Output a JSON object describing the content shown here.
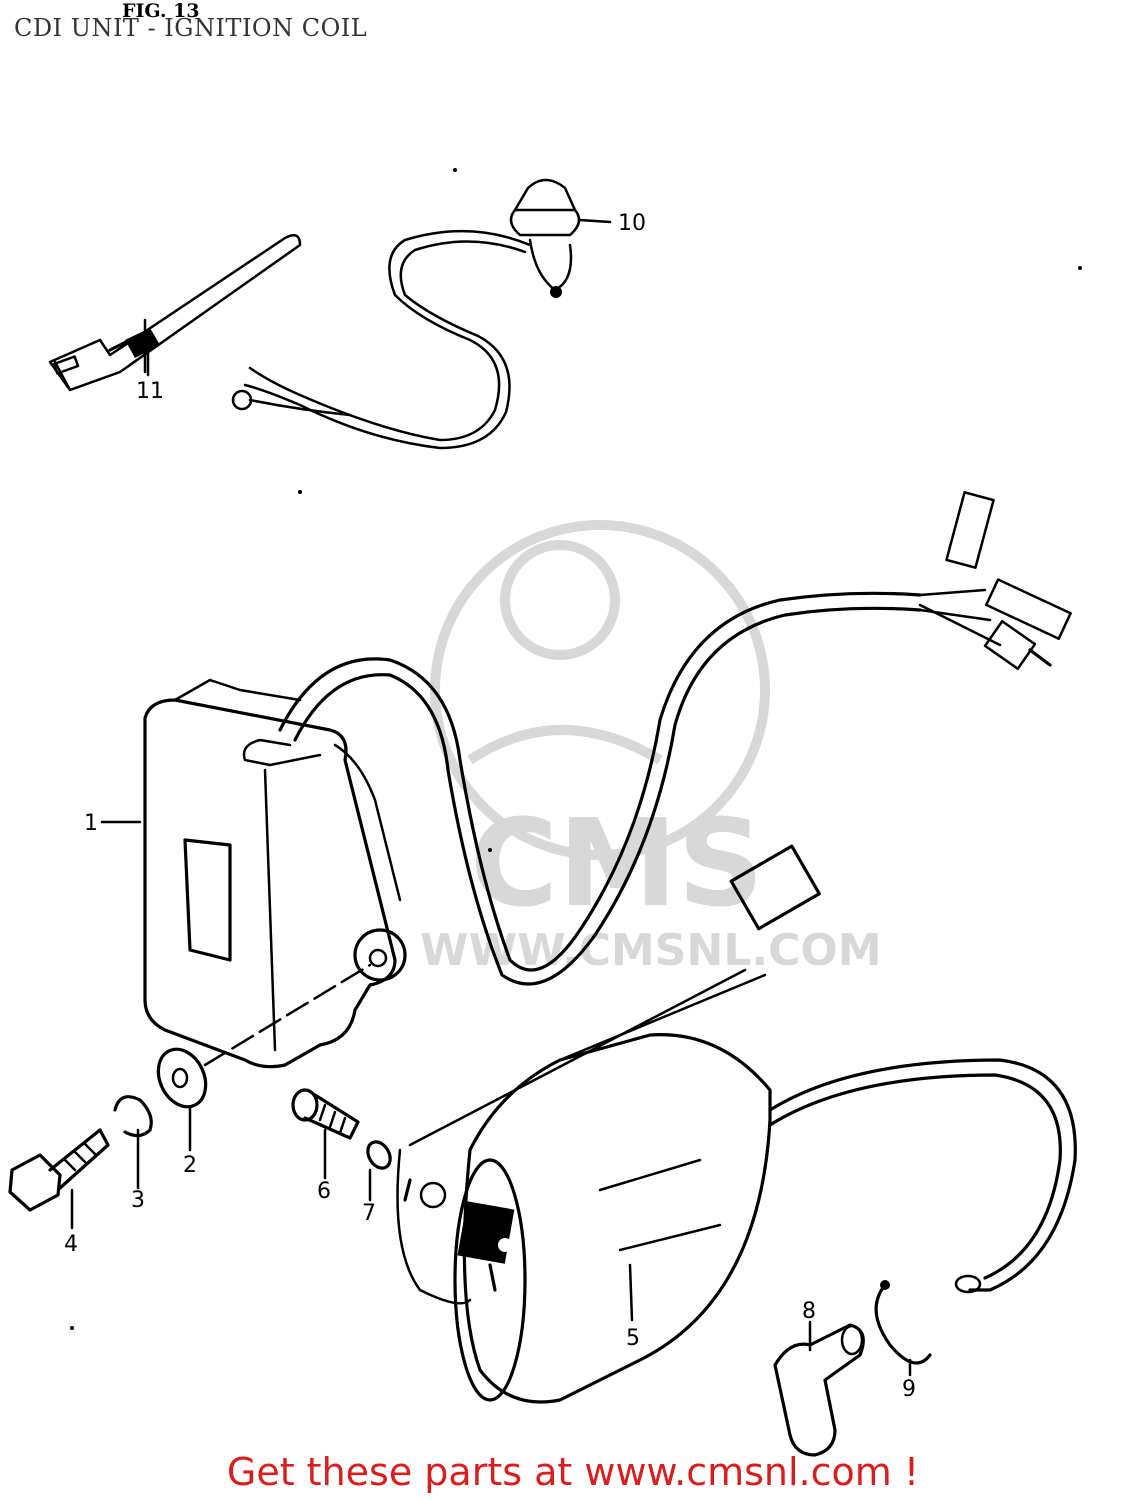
{
  "header": {
    "fig_label": "FIG. 13",
    "title": "CDI UNIT - IGNITION COIL"
  },
  "watermark": {
    "text_big": "CMS",
    "text_url": "WWW.CMSNL.COM"
  },
  "callouts": {
    "p1": "1",
    "p2": "2",
    "p3": "3",
    "p4": "4",
    "p5": "5",
    "p6": "6",
    "p7": "7",
    "p8": "8",
    "p9": "9",
    "p10": "10",
    "p11": "11"
  },
  "footer": {
    "link_text": "Get these parts at www.cmsnl.com !",
    "color": "#d81e1e"
  }
}
